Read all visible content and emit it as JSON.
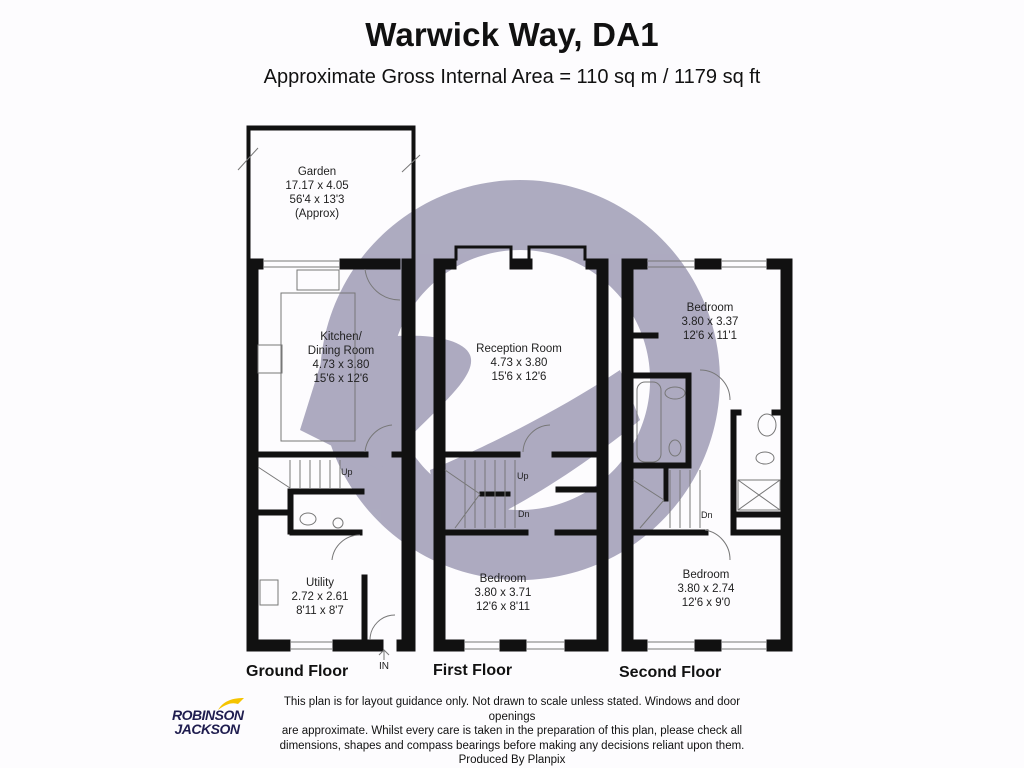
{
  "header": {
    "title": "Warwick Way, DA1",
    "subtitle": "Approximate Gross Internal Area = 110 sq m / 1179 sq ft"
  },
  "colors": {
    "wall": "#111111",
    "watermark": "#a9a6bd",
    "logo_text": "#1f1d4f",
    "logo_accent": "#f5c400",
    "background": "#fdfcfe"
  },
  "floors": [
    {
      "name": "Ground Floor",
      "rooms": [
        {
          "name": "Garden",
          "metric": "17.17 x 4.05",
          "imperial": "56'4 x 13'3",
          "note": "(Approx)"
        },
        {
          "name": "Kitchen/",
          "name2": "Dining Room",
          "metric": "4.73 x 3.80",
          "imperial": "15'6 x 12'6"
        },
        {
          "name": "Utility",
          "metric": "2.72 x 2.61",
          "imperial": "8'11 x 8'7"
        }
      ],
      "stairs_label": "Up",
      "entrance_label": "IN"
    },
    {
      "name": "First Floor",
      "rooms": [
        {
          "name": "Reception Room",
          "metric": "4.73 x 3.80",
          "imperial": "15'6 x 12'6"
        },
        {
          "name": "Bedroom",
          "metric": "3.80 x 3.71",
          "imperial": "12'6 x 8'11"
        }
      ],
      "stairs_up_label": "Up",
      "stairs_down_label": "Dn"
    },
    {
      "name": "Second Floor",
      "rooms": [
        {
          "name": "Bedroom",
          "metric": "3.80 x 3.37",
          "imperial": "12'6 x 11'1"
        },
        {
          "name": "Bedroom",
          "metric": "3.80 x 2.74",
          "imperial": "12'6 x 9'0"
        }
      ],
      "stairs_down_label": "Dn"
    }
  ],
  "footer": {
    "logo_line1": "ROBINSON",
    "logo_line2": "JACKSON",
    "disclaimer_line1": "This plan is for layout guidance only. Not drawn to scale unless stated. Windows and door openings",
    "disclaimer_line2": "are approximate. Whilst every care is taken in the preparation of this plan, please check all",
    "disclaimer_line3": "dimensions, shapes and compass bearings before making any decisions reliant upon them.",
    "producer": "Produced By Planpix"
  }
}
